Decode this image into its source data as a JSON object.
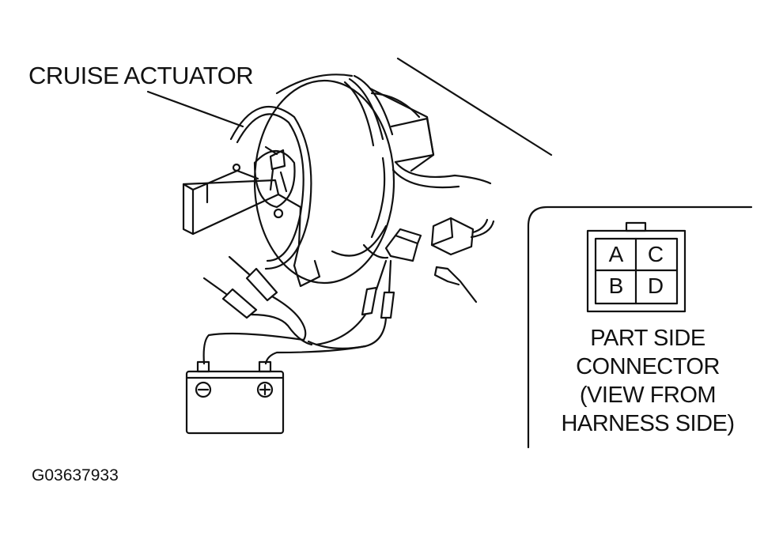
{
  "diagram": {
    "title_label": "CRUISE ACTUATOR",
    "figure_code": "G03637933",
    "connector": {
      "pins": [
        "A",
        "C",
        "B",
        "D"
      ],
      "caption_lines": [
        "PART SIDE",
        "CONNECTOR",
        "(VIEW FROM",
        "HARNESS SIDE)"
      ]
    },
    "battery": {
      "negative_symbol": "⊖",
      "positive_symbol": "⊕"
    }
  },
  "colors": {
    "ink": "#111111",
    "background": "#ffffff"
  }
}
